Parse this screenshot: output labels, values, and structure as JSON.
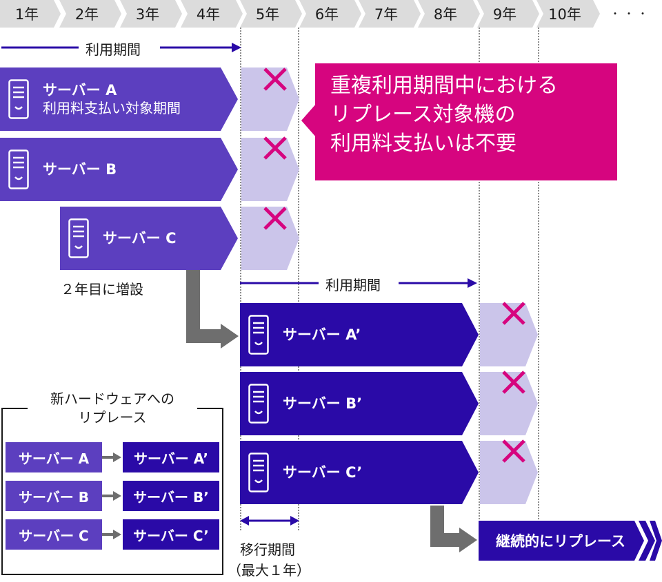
{
  "years": [
    "1年",
    "2年",
    "3年",
    "4年",
    "5年",
    "6年",
    "7年",
    "8年",
    "9年",
    "10年"
  ],
  "years_ellipsis": "・・・",
  "period_label_top": "利用期間",
  "period_label_mid": "利用期間",
  "servers_old": {
    "a_title": "サーバー A",
    "a_sub": "利用料支払い対象期間",
    "b_title": "サーバー B",
    "c_title": "サーバー C"
  },
  "servers_new": {
    "a": "サーバー A’",
    "b": "サーバー B’",
    "c": "サーバー C’"
  },
  "added_year_note": "２年目に増設",
  "callout_lines": [
    "重複利用期間中における",
    "リプレース対象機の",
    "利用料支払いは不要"
  ],
  "migration_label": "移行期間",
  "migration_sub": "（最大１年）",
  "continuous_replace": "継続的にリプレース",
  "legend": {
    "title_line1": "新ハードウェアへの",
    "title_line2": "リプレース",
    "rows": [
      {
        "from": "サーバー A",
        "to": "サーバー A’"
      },
      {
        "from": "サーバー B",
        "to": "サーバー B’"
      },
      {
        "from": "サーバー C",
        "to": "サーバー C’"
      }
    ]
  },
  "colors": {
    "old_server": "#5c3fbf",
    "new_server": "#2a0aa7",
    "overlap": "#cbc5ea",
    "cross": "#d6057f",
    "callout": "#d6057f",
    "year_tab": "#dcdcdc",
    "arrow_gray": "#6e6e6e"
  }
}
